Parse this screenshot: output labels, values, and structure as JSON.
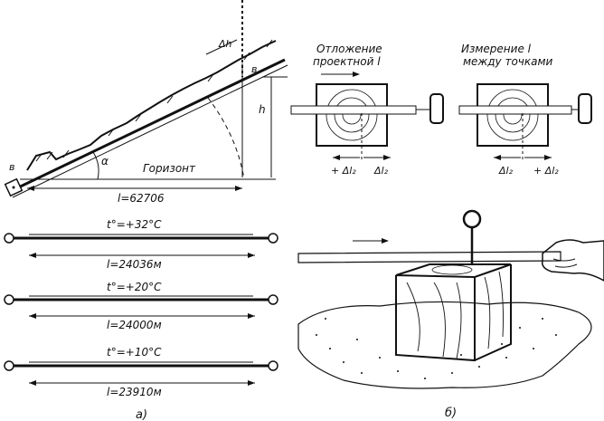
{
  "panel_a": {
    "slope": {
      "point_b": "в",
      "point_v": "в",
      "delta_h": "Δh",
      "height": "h",
      "angle": "α",
      "horizon": "Горизонт",
      "length": "l=62706"
    },
    "tapes": [
      {
        "temperature": "t°=+32°C",
        "length": "l=24036м"
      },
      {
        "temperature": "t°=+20°C",
        "length": "l=24000м"
      },
      {
        "temperature": "t°=+10°C",
        "length": "l=23910м"
      }
    ],
    "caption": "а)"
  },
  "panel_b": {
    "left_title_line1": "Отложение",
    "left_title_line2": "проектной l",
    "right_title_line1": "Измерение l",
    "right_title_line2": "между точками",
    "left_plus": "+ Δl₂",
    "left_minus": "Δl₂",
    "right_minus": "Δl₂",
    "right_plus": "+ Δl₂",
    "caption": "б)"
  }
}
